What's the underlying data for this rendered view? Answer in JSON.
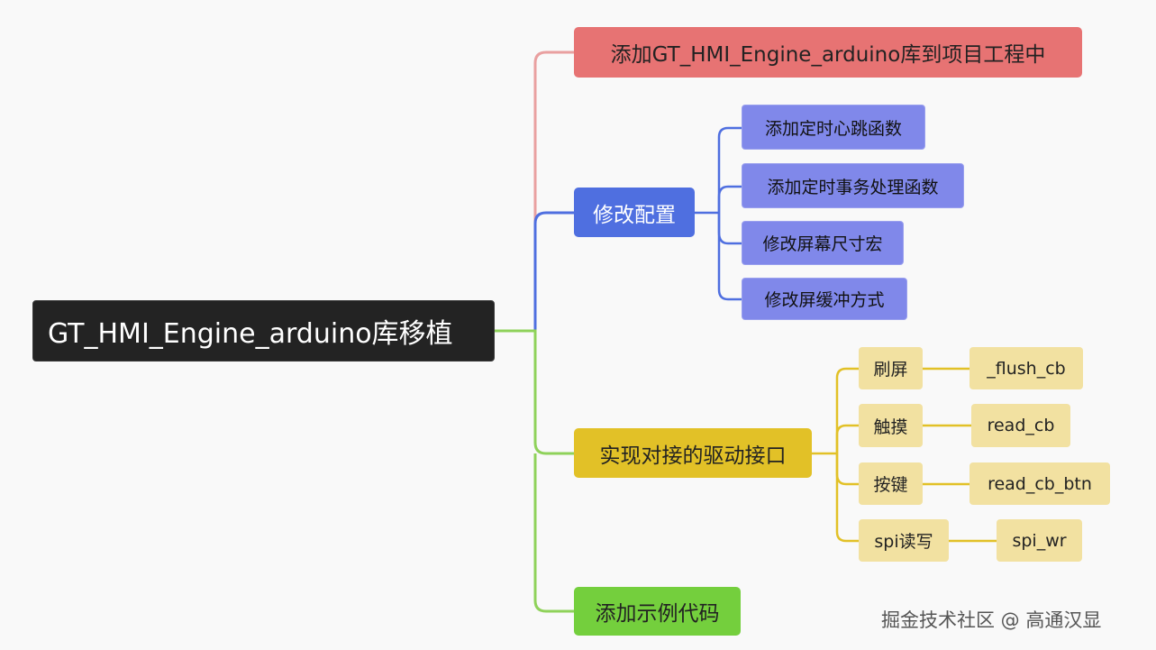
{
  "root": {
    "label": "GT_HMI_Engine_arduino库移植"
  },
  "branches": [
    {
      "label": "添加GT_HMI_Engine_arduino库到项目工程中",
      "color": "#e77373"
    },
    {
      "label": "修改配置",
      "color": "#4f6fe0",
      "children": [
        {
          "label": "添加定时心跳函数"
        },
        {
          "label": "添加定时事务处理函数"
        },
        {
          "label": "修改屏幕尺寸宏"
        },
        {
          "label": "修改屏缓冲方式"
        }
      ]
    },
    {
      "label": "实现对接的驱动接口",
      "color": "#e2c127",
      "children": [
        {
          "label": "刷屏",
          "child": "_flush_cb"
        },
        {
          "label": "触摸",
          "child": "read_cb"
        },
        {
          "label": "按键",
          "child": "read_cb_btn"
        },
        {
          "label": "spi读写",
          "child": "spi_wr"
        }
      ]
    },
    {
      "label": "添加示例代码",
      "color": "#74cf3d"
    }
  ],
  "watermark": "掘金技术社区 @ 高通汉显"
}
